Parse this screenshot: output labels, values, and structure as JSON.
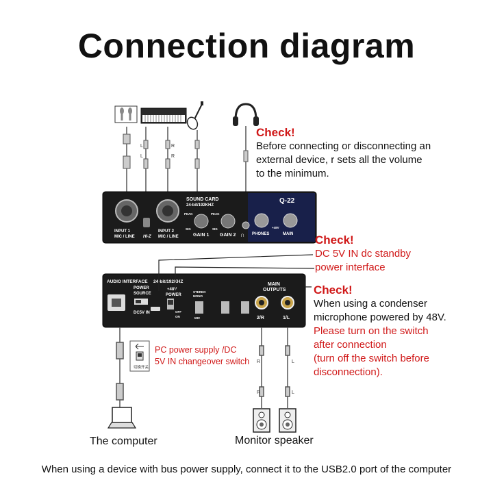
{
  "title": "Connection diagram",
  "notes": [
    {
      "heading": "Check!",
      "body": [
        "Before connecting or disconnecting an",
        "external device, r sets all the volume",
        "to the minimum."
      ],
      "heading_color": "#d01818",
      "body_color": "#111111"
    },
    {
      "heading": "Check!",
      "body": [
        "DC 5V IN dc standby",
        "power interface"
      ],
      "heading_color": "#d01818",
      "body_color": "#d01818"
    },
    {
      "heading": "Check!",
      "body": [
        "When using a condenser",
        "microphone powered by 48V."
      ],
      "red_body": [
        "Please turn on the switch",
        "after connection",
        "(turn off the switch before",
        "disconnection)."
      ],
      "heading_color": "#d01818"
    }
  ],
  "switch_note": [
    "PC power supply /DC",
    "5V IN changeover switch"
  ],
  "captions": {
    "computer": "The computer",
    "speaker": "Monitor speaker"
  },
  "footer": "When using a device with bus power supply, connect it to the USB2.0 port of the computer",
  "front_panel": {
    "brand": "SOUND CARD",
    "spec": "24-bit/192KHZ",
    "model": "Q-22",
    "input1": [
      "INPUT 1",
      "MIC / LINE"
    ],
    "input2": [
      "INPUT 2",
      "MIC / LINE"
    ],
    "hiz": "HI-Z",
    "gain1": "GAIN 1",
    "gain2": "GAIN 2",
    "phones": "PHONES",
    "main": "MAIN",
    "peak": "PEAK",
    "sig": "SIG",
    "plus48": "+48V"
  },
  "back_panel": {
    "label": "AUDIO INTERFACE",
    "spec": "24-bit/192KHZ",
    "power_source": [
      "POWER",
      "SOURCE"
    ],
    "dc5v": "DC5V IN",
    "phantom": [
      "+48V",
      "POWER"
    ],
    "off": "OFF",
    "on": "ON",
    "stereo": "STEREO",
    "mono": "MONO",
    "mic": "MIC",
    "outputs": [
      "MAIN",
      "OUTPUTS"
    ],
    "out_r": "2/R",
    "out_l": "1/L"
  },
  "cable_labels": {
    "l": "L",
    "r": "R"
  },
  "switch_chinese_label": "切换开关",
  "colors": {
    "panel": "#1b1b1b",
    "panel_blue": "#18204a",
    "cable": "#444444",
    "check_red": "#d01818"
  }
}
